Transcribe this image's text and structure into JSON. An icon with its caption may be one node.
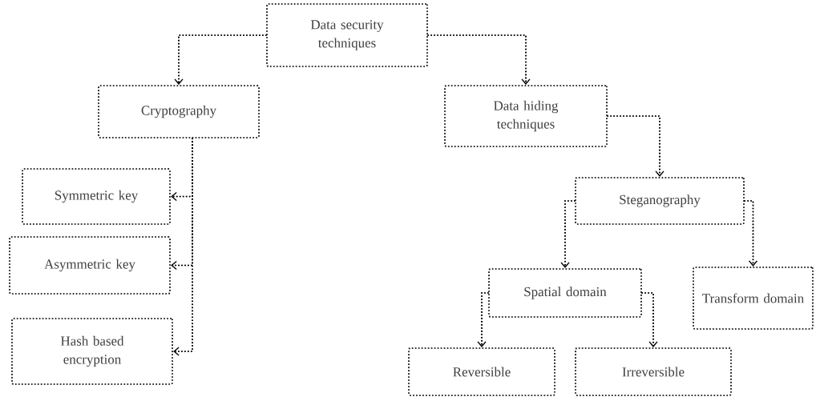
{
  "diagram": {
    "nodes": [
      {
        "text": [
          "Data security techniques"
        ]
      },
      {
        "text": [
          "Cryptography"
        ]
      },
      {
        "text": [
          "Symmetric key"
        ]
      },
      {
        "text": [
          "Asymmetric key"
        ]
      },
      {
        "text": [
          "Hash based encryption"
        ]
      },
      {
        "text": [
          "Data hiding techniques"
        ]
      },
      {
        "text": [
          "Steganography"
        ]
      },
      {
        "text": [
          "Spatial domain"
        ]
      },
      {
        "text": [
          "Transform domain"
        ]
      },
      {
        "text": [
          "Reversible"
        ]
      },
      {
        "text": [
          "Irreversible"
        ]
      }
    ],
    "edges": [
      {
        "from": 0,
        "to": 1,
        "arrow": "to",
        "style": "dashed"
      },
      {
        "from": 0,
        "to": 5,
        "arrow": "to",
        "style": "dashed"
      },
      {
        "from": 1,
        "to": 2,
        "arrow": "to",
        "style": "dashed"
      },
      {
        "from": 1,
        "to": 3,
        "arrow": "to",
        "style": "dashed"
      },
      {
        "from": 1,
        "to": 4,
        "arrow": "to",
        "style": "dashed"
      },
      {
        "from": 5,
        "to": 6,
        "arrow": "to",
        "style": "dashed"
      },
      {
        "from": 6,
        "to": 7,
        "arrow": "to",
        "style": "dashed"
      },
      {
        "from": 6,
        "to": 8,
        "arrow": "to",
        "style": "dashed"
      },
      {
        "from": 7,
        "to": 9,
        "arrow": "to",
        "style": "dashed"
      },
      {
        "from": 7,
        "to": 10,
        "arrow": "to",
        "style": "dashed"
      }
    ]
  }
}
